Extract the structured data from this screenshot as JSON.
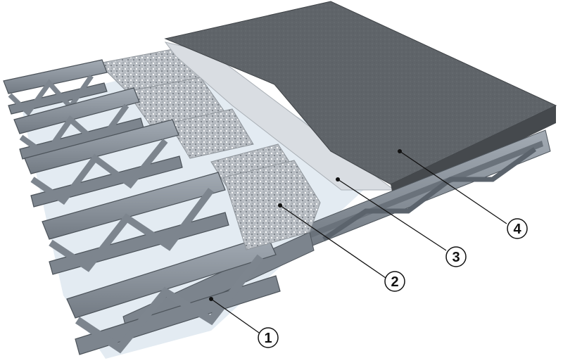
{
  "diagram": {
    "callouts": [
      {
        "number": "1",
        "target": "steel-truss-joists"
      },
      {
        "number": "2",
        "target": "insulation-layer"
      },
      {
        "number": "3",
        "target": "membrane-layer"
      },
      {
        "number": "4",
        "target": "top-board-layer"
      }
    ]
  },
  "colors": {
    "steel": "#8c959f",
    "steel_dark": "#5b636c",
    "insulation": "#b9bec4",
    "membrane": "#d9dde2",
    "board": "#5f6469",
    "board_dark": "#45494d",
    "background": "#ffffff"
  }
}
